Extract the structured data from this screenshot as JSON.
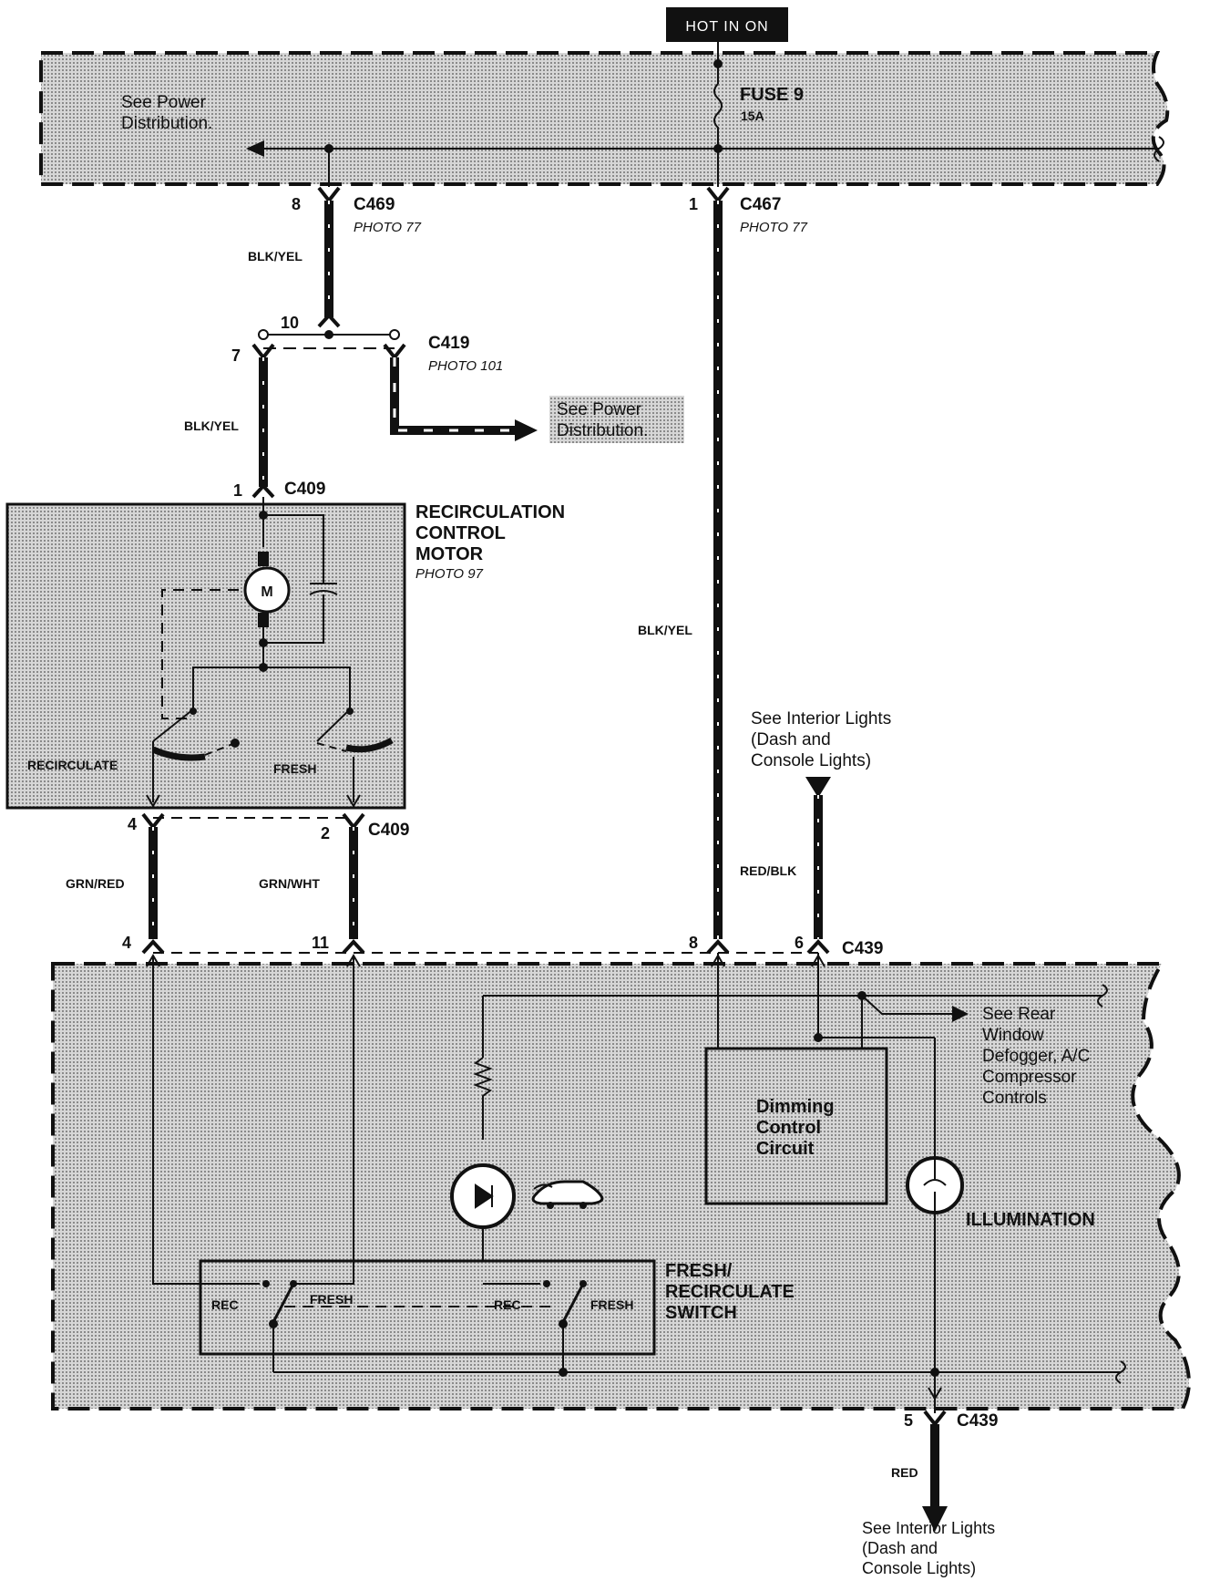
{
  "power": {
    "hot_label": "HOT IN ON",
    "fuse_name": "FUSE 9",
    "fuse_rating": "15A"
  },
  "notes": {
    "power_dist_1": [
      "See Power",
      "Distribution."
    ],
    "power_dist_2": [
      "See Power",
      "Distribution."
    ],
    "interior_lights_top": [
      "See Interior Lights",
      "(Dash and",
      "Console Lights)"
    ],
    "rear_window": [
      "See Rear",
      "Window",
      "Defogger, A/C",
      "Compressor",
      "Controls"
    ],
    "interior_lights_bottom": [
      "See Interior Lights",
      "(Dash and",
      "Console Lights)"
    ]
  },
  "connectors": {
    "c469": {
      "name": "C469",
      "photo": "PHOTO 77",
      "pin": "8"
    },
    "c467": {
      "name": "C467",
      "photo": "PHOTO 77",
      "pin": "1"
    },
    "c419": {
      "name": "C419",
      "photo": "PHOTO 101",
      "pin_left": "7",
      "pin_top": "10"
    },
    "c409_top": {
      "name": "C409",
      "pin": "1"
    },
    "c409_bottom": {
      "name": "C409",
      "pin_left": "4",
      "pin_right": "2"
    },
    "c439_top": {
      "name": "C439",
      "pins": [
        "4",
        "11",
        "8",
        "6"
      ]
    },
    "c439_bottom": {
      "name": "C439",
      "pin": "5"
    }
  },
  "wires": {
    "blk_yel_1": "BLK/YEL",
    "blk_yel_2": "BLK/YEL",
    "blk_yel_3": "BLK/YEL",
    "grn_red": "GRN/RED",
    "grn_wht": "GRN/WHT",
    "red_blk": "RED/BLK",
    "red": "RED"
  },
  "components": {
    "motor": {
      "title": [
        "RECIRCULATION",
        "CONTROL",
        "MOTOR"
      ],
      "photo": "PHOTO 97",
      "symbol": "M",
      "recirculate": "RECIRCULATE",
      "fresh": "FRESH"
    },
    "dimming": [
      "Dimming",
      "Control",
      "Circuit"
    ],
    "illumination": "ILLUMINATION",
    "switch": {
      "title": [
        "FRESH/",
        "RECIRCULATE",
        "SWITCH"
      ],
      "rec_1": "REC",
      "fresh_1": "FRESH",
      "rec_2": "REC",
      "fresh_2": "FRESH"
    }
  }
}
